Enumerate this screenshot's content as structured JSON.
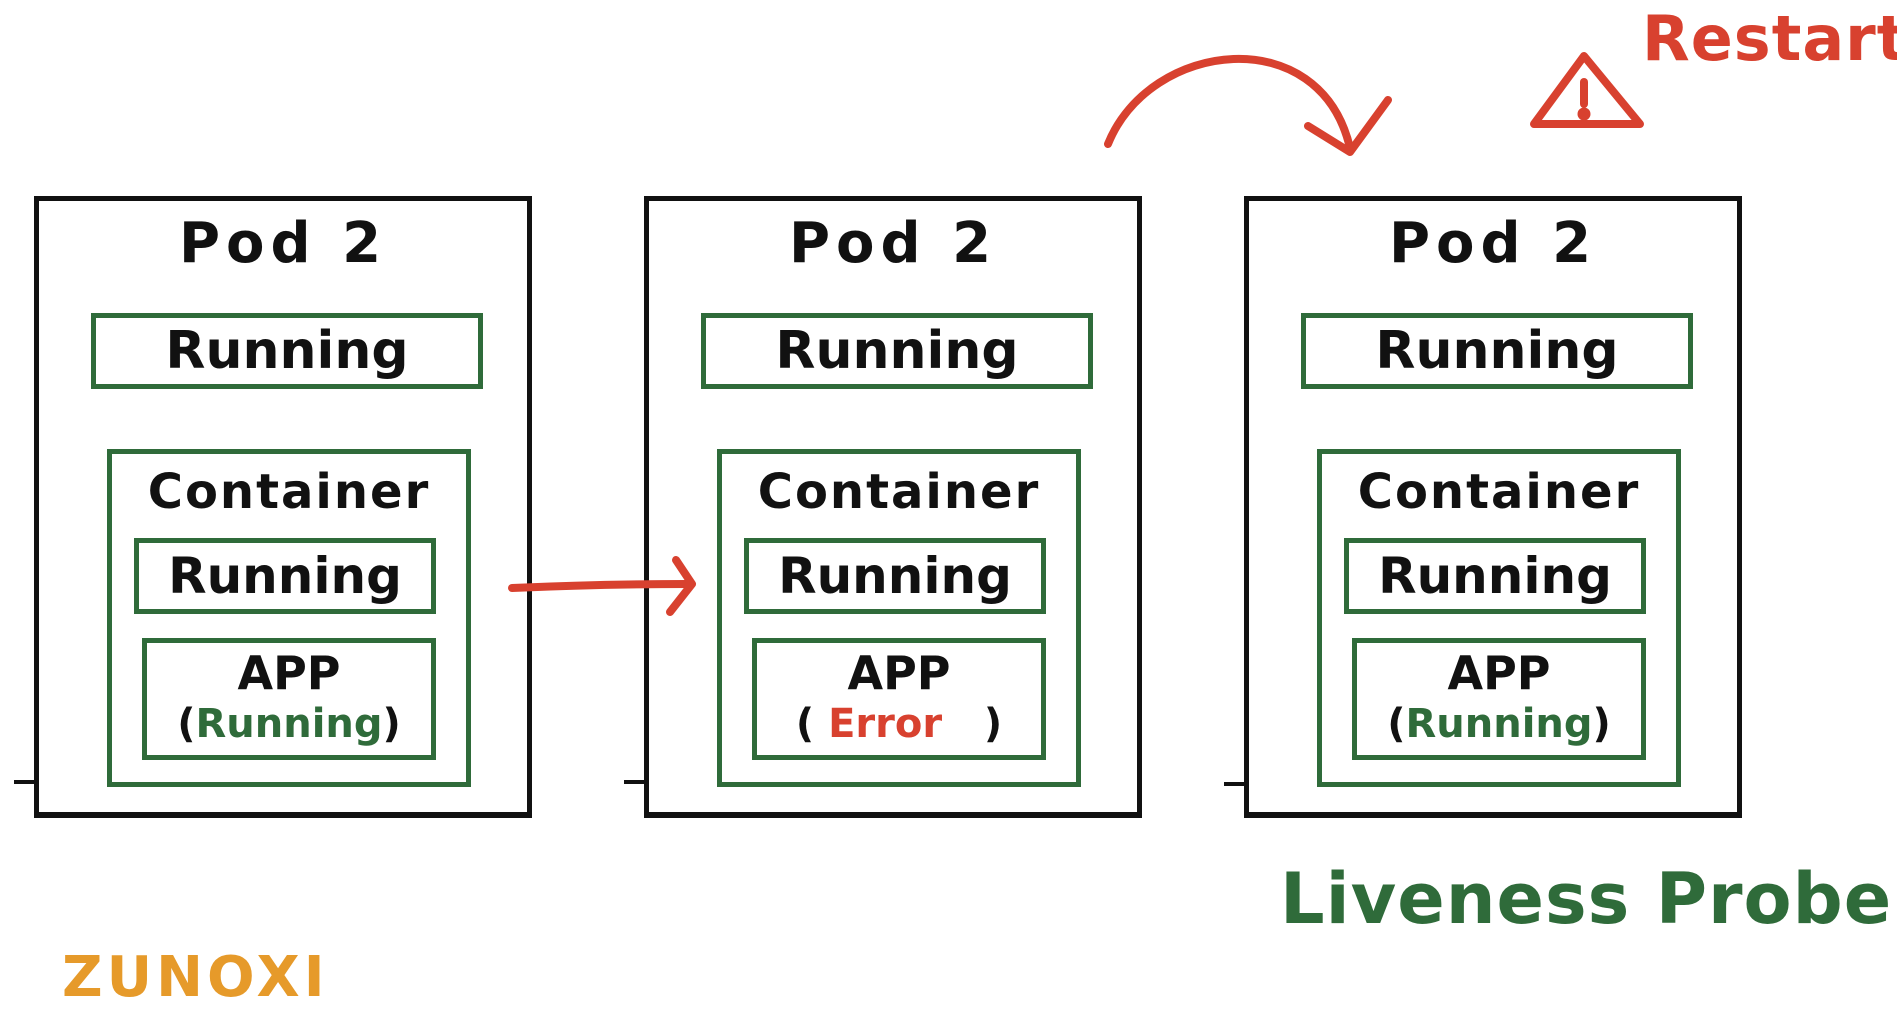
{
  "pods": [
    {
      "title": "Pod 2",
      "pod_status": "Running",
      "container_title": "Container",
      "container_status": "Running",
      "app_label": "APP",
      "app_state": "Running",
      "app_state_kind": "ok"
    },
    {
      "title": "Pod 2",
      "pod_status": "Running",
      "container_title": "Container",
      "container_status": "Running",
      "app_label": "APP",
      "app_state": "Error",
      "app_state_kind": "error"
    },
    {
      "title": "Pod 2",
      "pod_status": "Running",
      "container_title": "Container",
      "container_status": "Running",
      "app_label": "APP",
      "app_state": "Running",
      "app_state_kind": "ok"
    }
  ],
  "captions": {
    "probe": "Liveness Probe",
    "restart": "Restart",
    "brand": "ZUNOXI"
  },
  "colors": {
    "outline": "#111111",
    "green": "#2f6b3a",
    "red": "#d8412f",
    "brand": "#e69a2a"
  },
  "icons": {
    "warning": "warning-triangle-icon",
    "transition_arrow": "arrow-right-icon",
    "restart_arrow": "curved-arrow-icon"
  }
}
